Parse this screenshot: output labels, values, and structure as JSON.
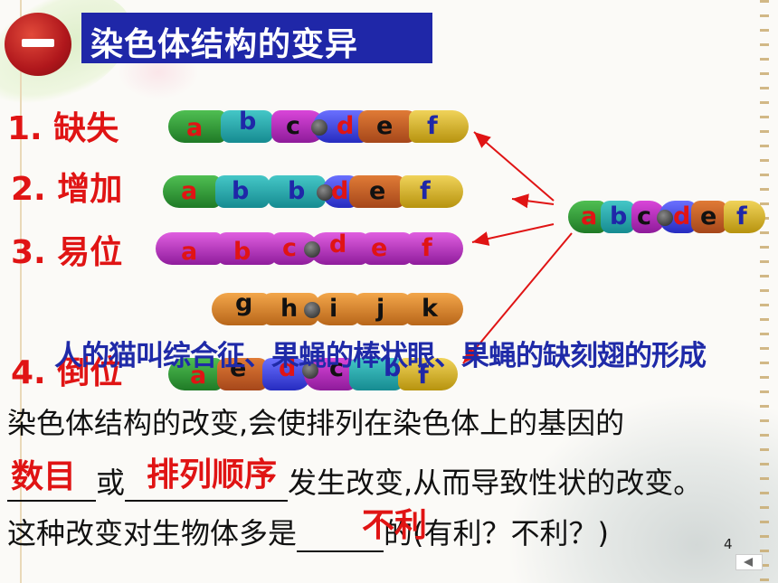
{
  "section_number": "一",
  "title": "染色体结构的变异",
  "variations": [
    {
      "label": "1. 缺失"
    },
    {
      "label": "2. 增加"
    },
    {
      "label": "3. 易位"
    },
    {
      "label": "4. 倒位"
    }
  ],
  "caption": "人的猫叫综合征、果蝇的棒状眼、果蝇的缺刻翅的形成",
  "original_chromosome_genes": [
    "a",
    "b",
    "c",
    "d",
    "e",
    "f"
  ],
  "deletion_genes": [
    "a",
    "b",
    "c",
    "d",
    "e",
    "f"
  ],
  "duplication_genes": [
    "a",
    "b",
    "b",
    "d",
    "e",
    "f"
  ],
  "translocation_genes": [
    "a",
    "b",
    "c",
    "d",
    "e",
    "f"
  ],
  "other_chromosome_genes": [
    "g",
    "h",
    "i",
    "j",
    "k"
  ],
  "inversion_genes": [
    "a",
    "e",
    "d",
    "c",
    "b",
    "f"
  ],
  "conclusion": {
    "line1": "染色体结构的改变,会使排列在染色体上的基因的",
    "line2_word1": "或",
    "line2_rest": "发生改变,从而导致性状的改变。",
    "line3_start": "这种改变对生物体多是",
    "line3_end": "的(有利？不利？)"
  },
  "answers": {
    "blank1": "数目",
    "blank2": "排列顺序",
    "blank3": "不利"
  },
  "page_number": "4",
  "colors": {
    "title_bg": "#1f27a8",
    "label_red": "#e01414",
    "caption_blue": "#1f2aa8"
  }
}
